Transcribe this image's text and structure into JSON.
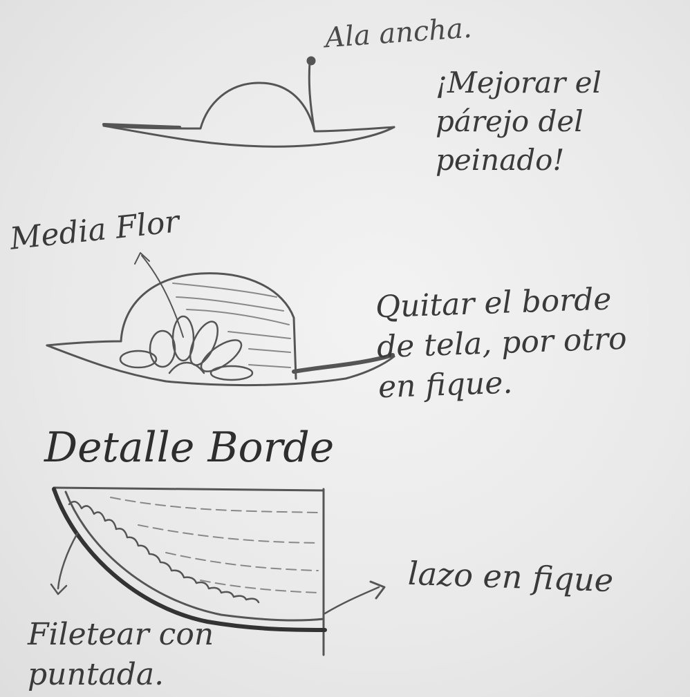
{
  "labels": {
    "ala_ancha": "Ala ancha.",
    "mejorar": "¡Mejorar el\npárejo del\npeinado!",
    "media_flor": "Media Flor",
    "quitar": "Quitar el borde\nde tela, por otro\nen fique.",
    "detalle_borde": "Detalle Borde",
    "lazo_en_fique": "lazo en fique",
    "filetear": "Filetear con\npuntada."
  },
  "colors": {
    "pencil": "#3a3a3a",
    "paper": "#efefef"
  }
}
